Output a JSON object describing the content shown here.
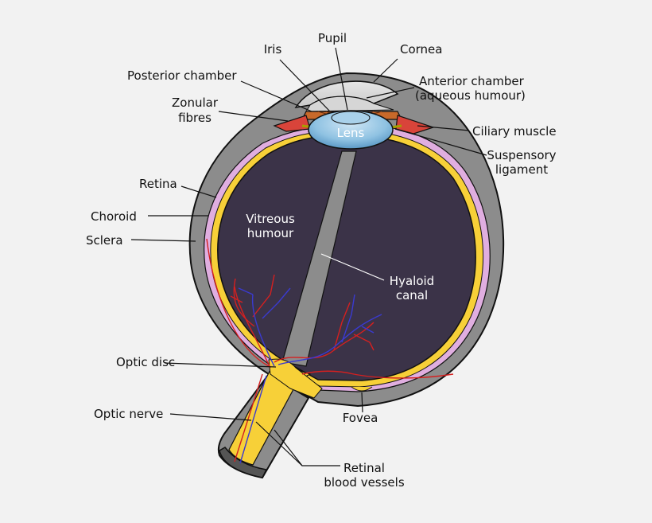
{
  "labels": {
    "pupil": "Pupil",
    "iris": "Iris",
    "cornea": "Cornea",
    "posterior_chamber": "Posterior chamber",
    "anterior_chamber_1": "Anterior chamber",
    "anterior_chamber_2": "(aqueous humour)",
    "zonular_1": "Zonular",
    "zonular_2": "fibres",
    "lens": "Lens",
    "ciliary_muscle": "Ciliary muscle",
    "suspensory_1": "Suspensory",
    "suspensory_2": "ligament",
    "retina": "Retina",
    "choroid": "Choroid",
    "sclera": "Sclera",
    "vitreous_1": "Vitreous",
    "vitreous_2": "humour",
    "hyaloid_1": "Hyaloid",
    "hyaloid_2": "canal",
    "optic_disc": "Optic disc",
    "optic_nerve": "Optic nerve",
    "fovea": "Fovea",
    "retinal_bv_1": "Retinal",
    "retinal_bv_2": "blood vessels"
  },
  "colors": {
    "background": "#f2f2f2",
    "sclera": "#8c8c8c",
    "choroid": "#e0aee0",
    "retina": "#f7d038",
    "vitreous": "#3b3348",
    "lens": "#7fb6d9",
    "iris": "#c8692a",
    "ciliary": "#d9443a",
    "artery": "#d42020",
    "vein": "#3a3ad0"
  }
}
